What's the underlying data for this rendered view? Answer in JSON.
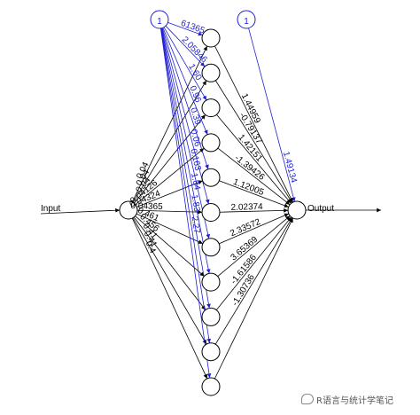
{
  "colors": {
    "ink": "#000000",
    "bias": "#1f1fd0",
    "node_fill": "#ffffff"
  },
  "input_label": "Input",
  "output_label": "Output",
  "bias_node_label": "1",
  "output_bias_label": "1",
  "hidden_nodes": [
    {
      "in_weight": "0.04",
      "out_weight": "1.44959",
      "bias_weight": "61365"
    },
    {
      "in_weight": "0.04",
      "out_weight": "-0.79137",
      "bias_weight": "2.05846"
    },
    {
      "in_weight": "0.04",
      "out_weight": "1.42151",
      "bias_weight": "1.60"
    },
    {
      "in_weight": "0.04126",
      "out_weight": "-1.39426",
      "bias_weight": "0.96"
    },
    {
      "in_weight": "0.04324",
      "out_weight": "1.12005",
      "bias_weight": "0.39"
    },
    {
      "in_weight": "0.04365",
      "out_weight": "2.02374",
      "bias_weight": "0.06"
    },
    {
      "in_weight": "0.461",
      "out_weight": "2.33572",
      "bias_weight": "0.163"
    },
    {
      "in_weight": "0.456",
      "out_weight": "3.65369",
      "bias_weight": "1.84"
    },
    {
      "in_weight": "0.41",
      "out_weight": "-1.61586",
      "bias_weight": "1.83"
    },
    {
      "in_weight": "0.41",
      "out_weight": "-1.30736",
      "bias_weight": "2.27"
    },
    {
      "in_weight": "0.4",
      "out_weight": "",
      "bias_weight": ""
    }
  ],
  "output_bias_weight": "1.49134",
  "watermark": "R语言与统计学笔记"
}
